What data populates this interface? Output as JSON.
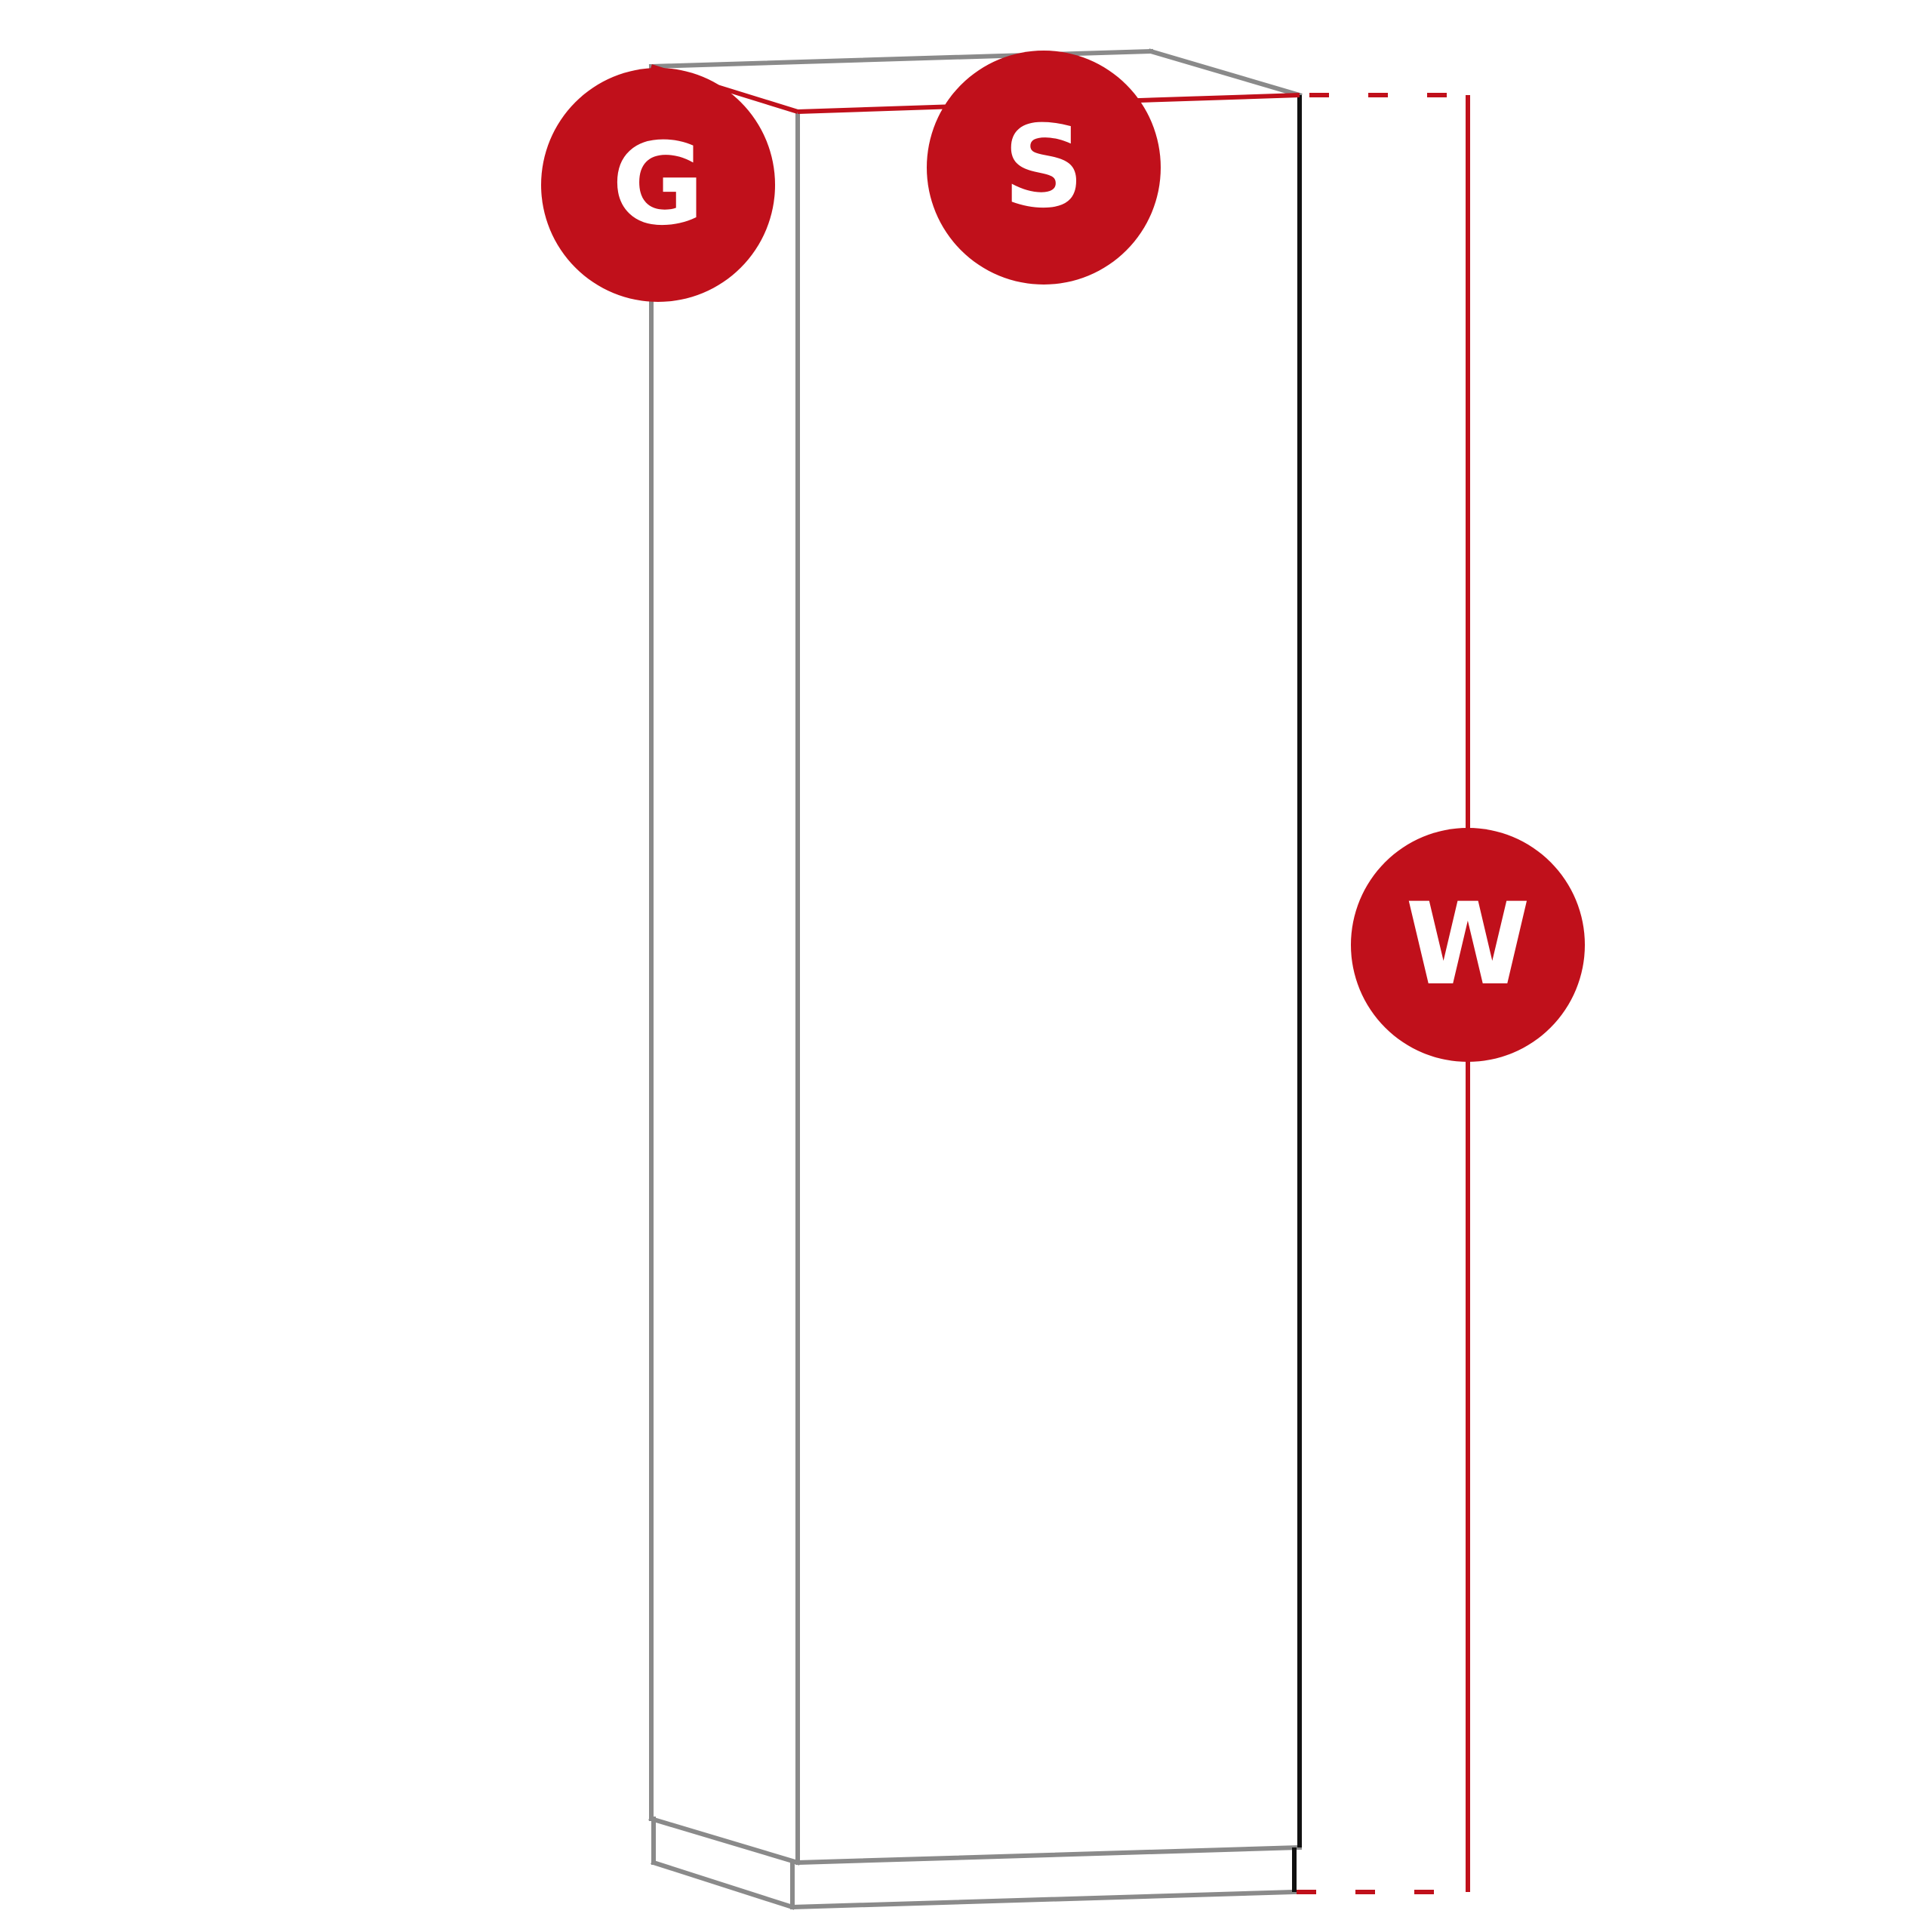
{
  "labels": {
    "depth": "G",
    "width": "S",
    "height": "W"
  },
  "colors": {
    "accent": "#c0101b",
    "outline": "#8a8a8a",
    "edge": "#111111",
    "badge_text": "#ffffff",
    "background": "#ffffff"
  }
}
